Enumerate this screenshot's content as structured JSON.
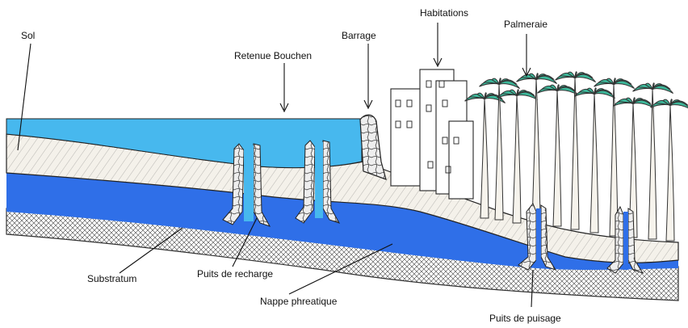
{
  "labels": {
    "sol": "Sol",
    "retenue": "Retenue Bouchen",
    "barrage": "Barrage",
    "habitations": "Habitations",
    "palmeraie": "Palmeraie",
    "substratum": "Substratum",
    "puits_recharge": "Puits de recharge",
    "nappe": "Nappe phreatique",
    "puits_puisage": "Puits de puisage"
  },
  "colors": {
    "retenue_water": "#47b8ee",
    "aquifer": "#2f6fe8",
    "soil_fill": "#f4f1ea",
    "palm_leaf": "#3cb89a",
    "ink": "#1a1a1a"
  }
}
